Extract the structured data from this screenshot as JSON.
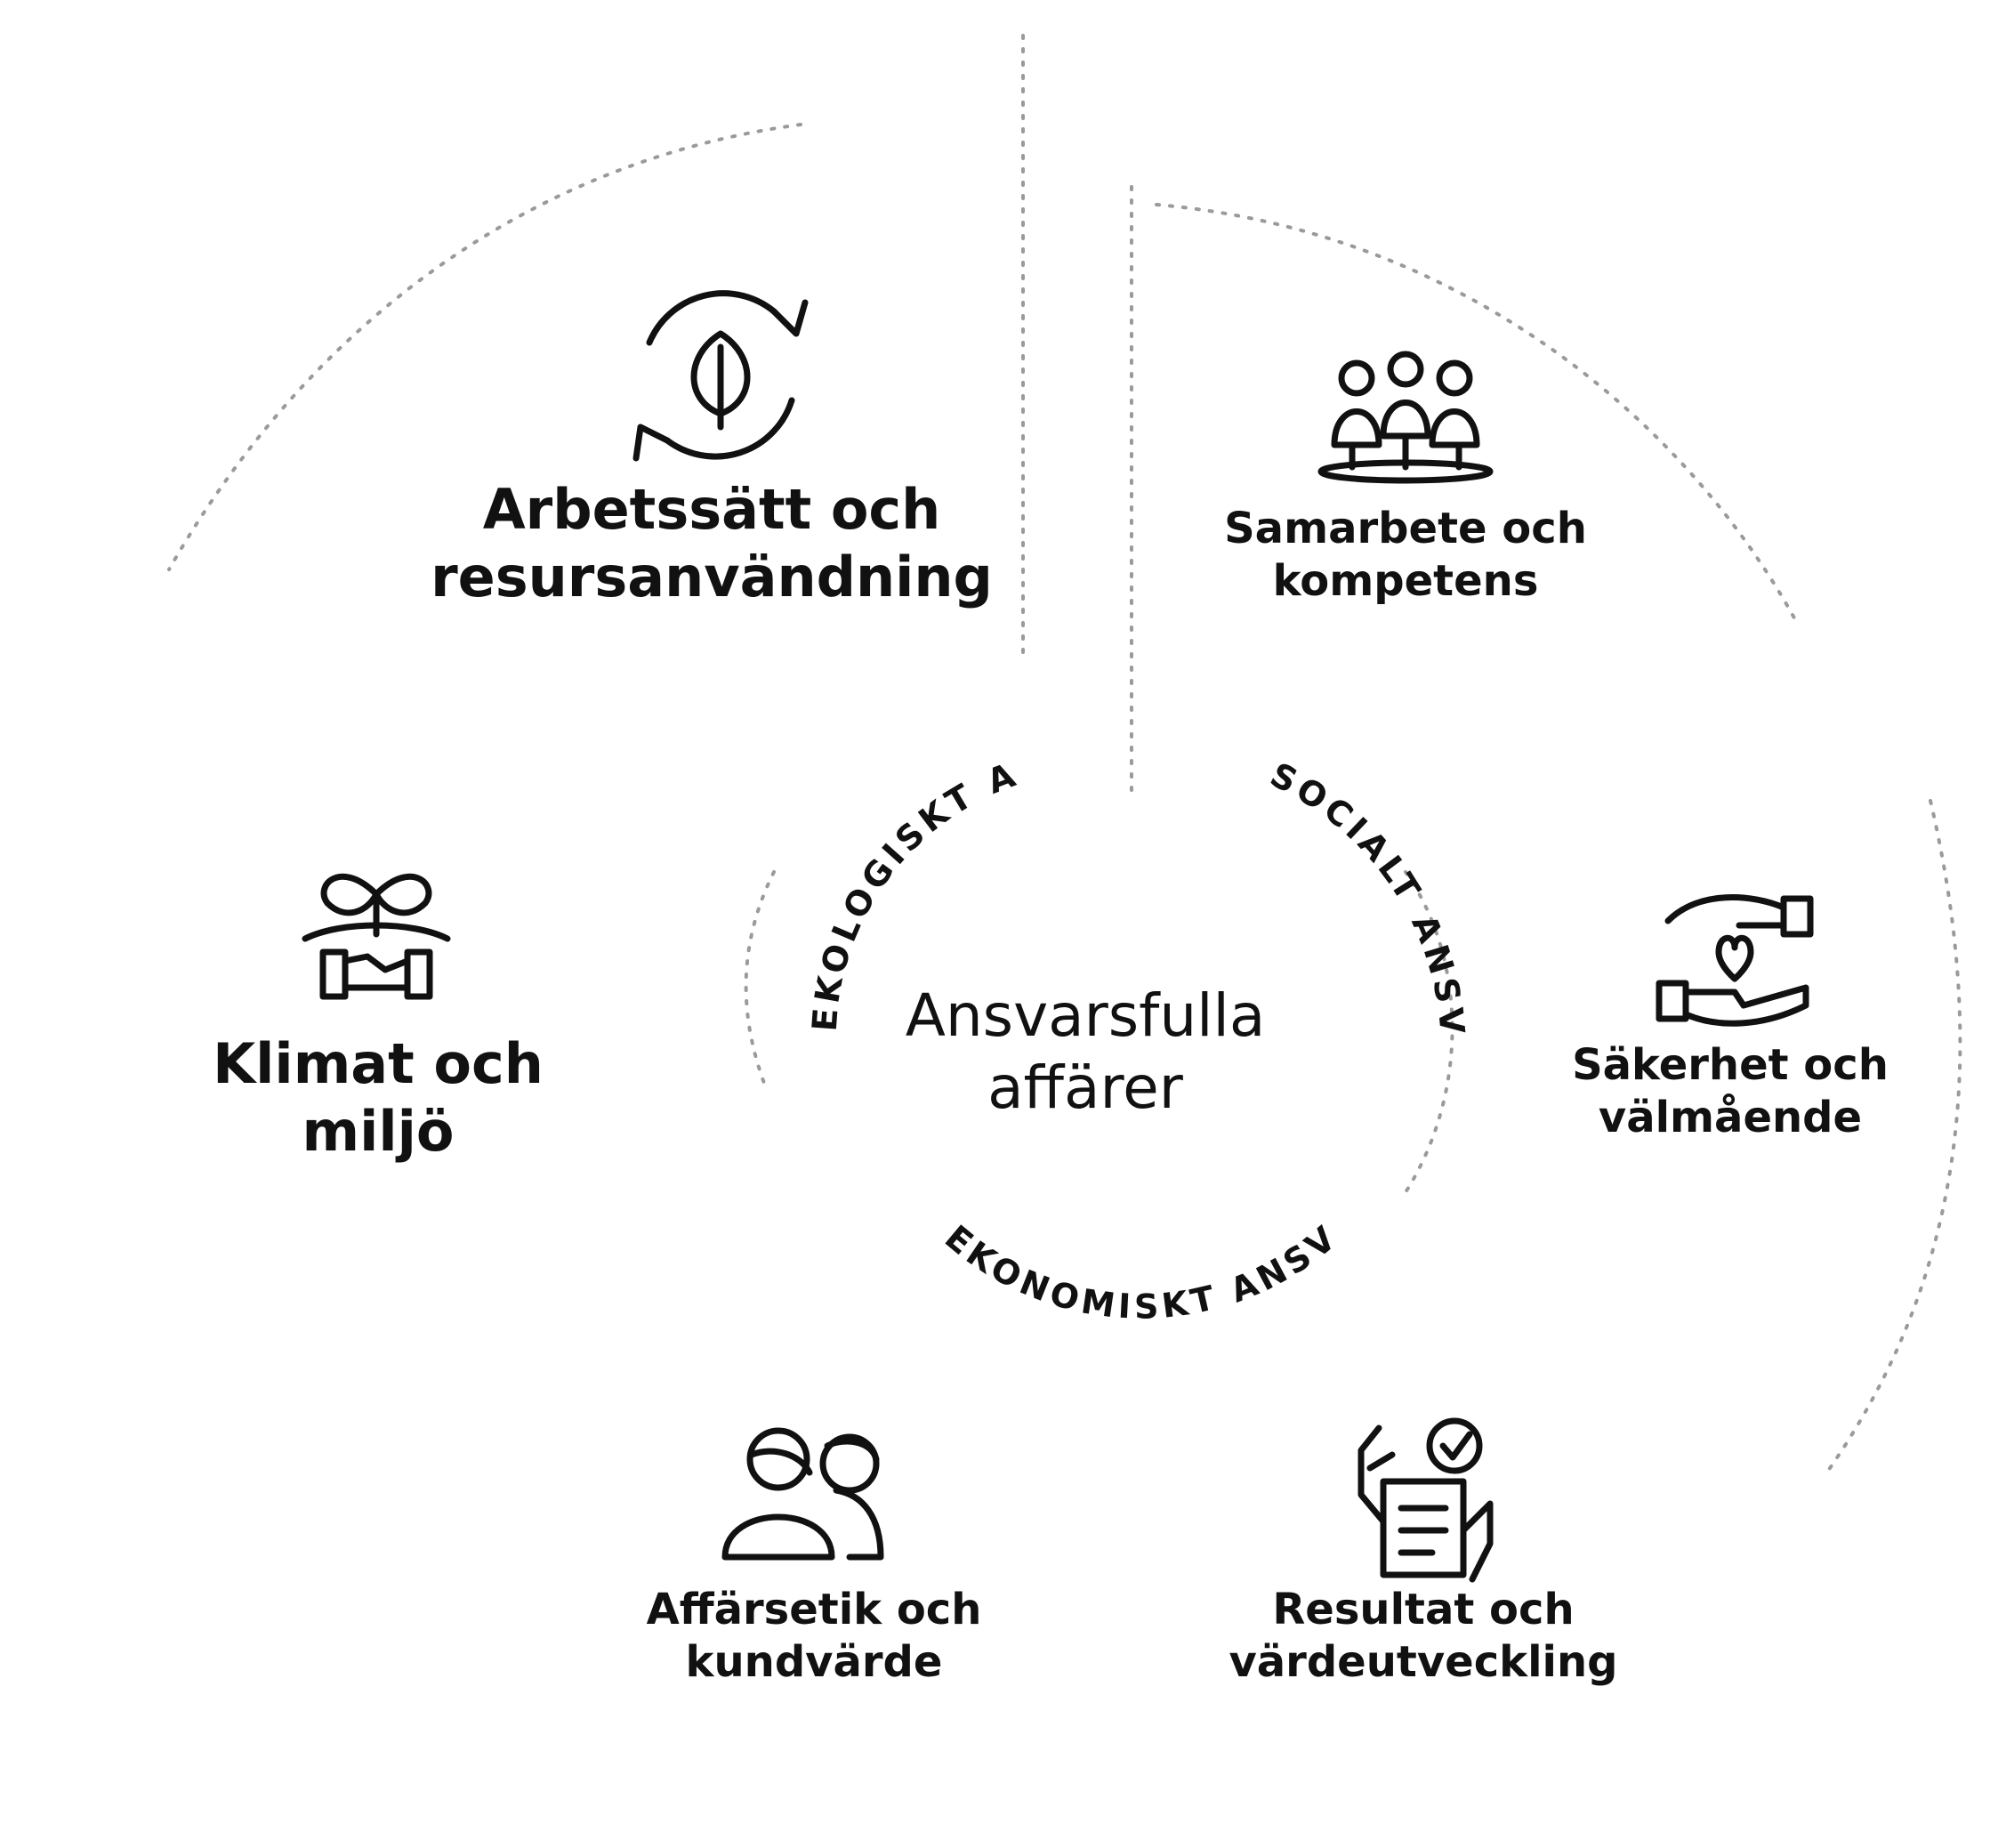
{
  "center": {
    "line1": "Ansvarsfulla",
    "line2": "affärer"
  },
  "ring_labels": {
    "ecological": "EKOLOGISKT ANSVAR",
    "social": "SOCIALT ANSVAR",
    "economic": "EKONOMISKT ANSVAR"
  },
  "areas": {
    "arbetssatt": {
      "line1": "Arbetssätt och",
      "line2": "resursanvändning",
      "icon": "recycle-leaf-icon"
    },
    "klimat": {
      "line1": "Klimat och",
      "line2": "miljö",
      "icon": "plant-handshake-icon"
    },
    "samarbete": {
      "line1": "Samarbete och",
      "line2": "kompetens",
      "icon": "team-icon"
    },
    "sakerhet": {
      "line1": "Säkerhet och",
      "line2": "välmående",
      "icon": "protecting-hands-heart-icon"
    },
    "affarsetik": {
      "line1": "Affärsetik och",
      "line2": "kundvärde",
      "icon": "two-people-icon"
    },
    "resultat": {
      "line1": "Resultat och",
      "line2": "värdeutveckling",
      "icon": "document-check-icon"
    }
  },
  "colors": {
    "text": "#111111",
    "faint_lines": "#9a9a9a",
    "background": "#ffffff"
  }
}
